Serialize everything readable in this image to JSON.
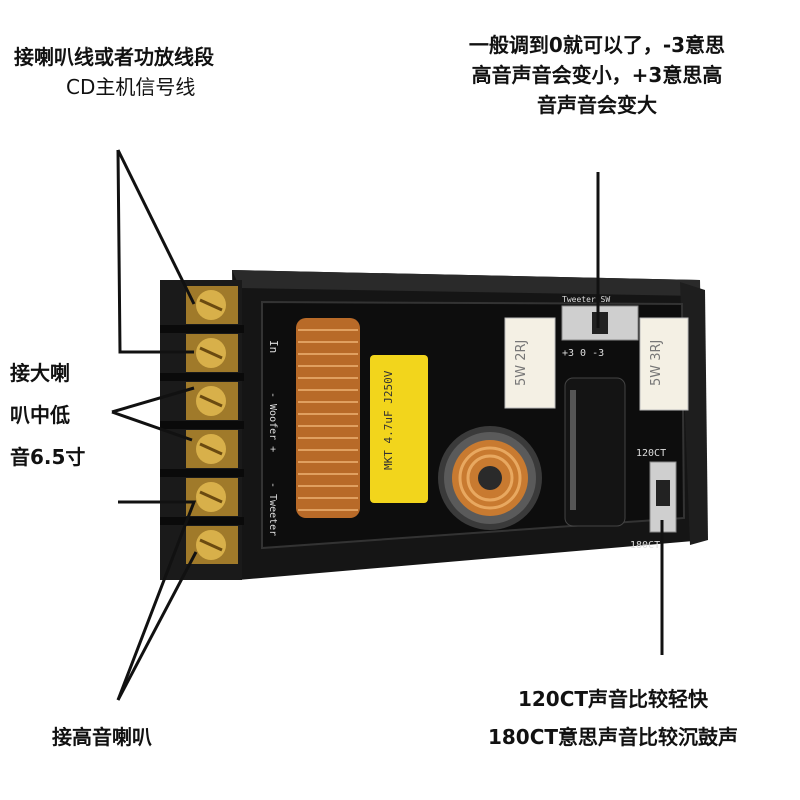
{
  "annotations": {
    "top_left": {
      "line1": "接喇叭线或者功放线段",
      "line2": "CD主机信号线"
    },
    "top_right": {
      "line1": "一般调到0就可以了，-3意思",
      "line2": "高音声音会变小，+3意思高",
      "line3": "音声音会变大"
    },
    "mid_left": {
      "line1": "接大喇",
      "line2": "叭中低",
      "line3": "音6.5寸"
    },
    "bottom_left": {
      "text": "接高音喇叭"
    },
    "bottom_right": {
      "line1": "120CT声音比较轻快",
      "line2": "180CT意思声音比较沉鼓声"
    }
  },
  "board": {
    "in_label": "In",
    "woofer_label": "- Woofer +",
    "tweeter_label": "- Tweeter",
    "capacitor_text": "MKT 4.7uF J250V",
    "resistor1_text": "5W 2RJ",
    "resistor2_text": "5W 3RJ",
    "switch_label": "Tweeter SW",
    "switch_scale": "+3 0 -3",
    "switch2_top": "120CT",
    "switch2_bottom": "180CT"
  }
}
